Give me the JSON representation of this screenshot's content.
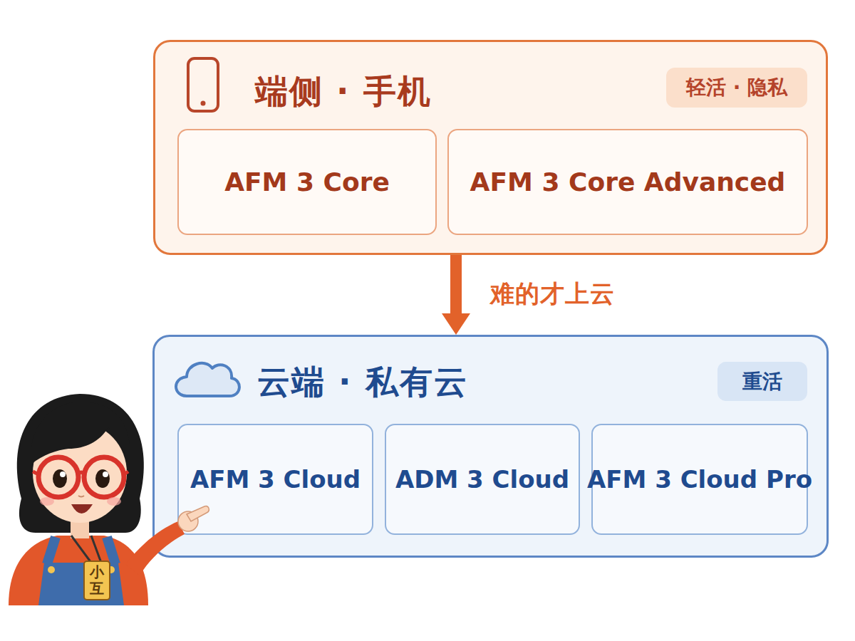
{
  "diagram": {
    "nodes": [
      {
        "text": [
          "端侧 · 手机"
        ]
      },
      {
        "text": [
          "轻活 · 隐私"
        ],
        "in": 0
      },
      {
        "text": [
          "AFM 3 Core"
        ],
        "in": 0
      },
      {
        "text": [
          "AFM 3 Core Advanced"
        ],
        "in": 0
      },
      {
        "text": [
          "云端 · 私有云"
        ]
      },
      {
        "text": [
          "重活"
        ],
        "in": 4
      },
      {
        "text": [
          "AFM 3 Cloud"
        ],
        "in": 4
      },
      {
        "text": [
          "ADM 3 Cloud"
        ],
        "in": 4
      },
      {
        "text": [
          "AFM 3 Cloud Pro"
        ],
        "in": 4
      }
    ],
    "edges": [
      {
        "from": 0,
        "to": 4,
        "arrow": "to",
        "label": "难的才上云"
      }
    ],
    "labels": [
      "小互"
    ]
  }
}
